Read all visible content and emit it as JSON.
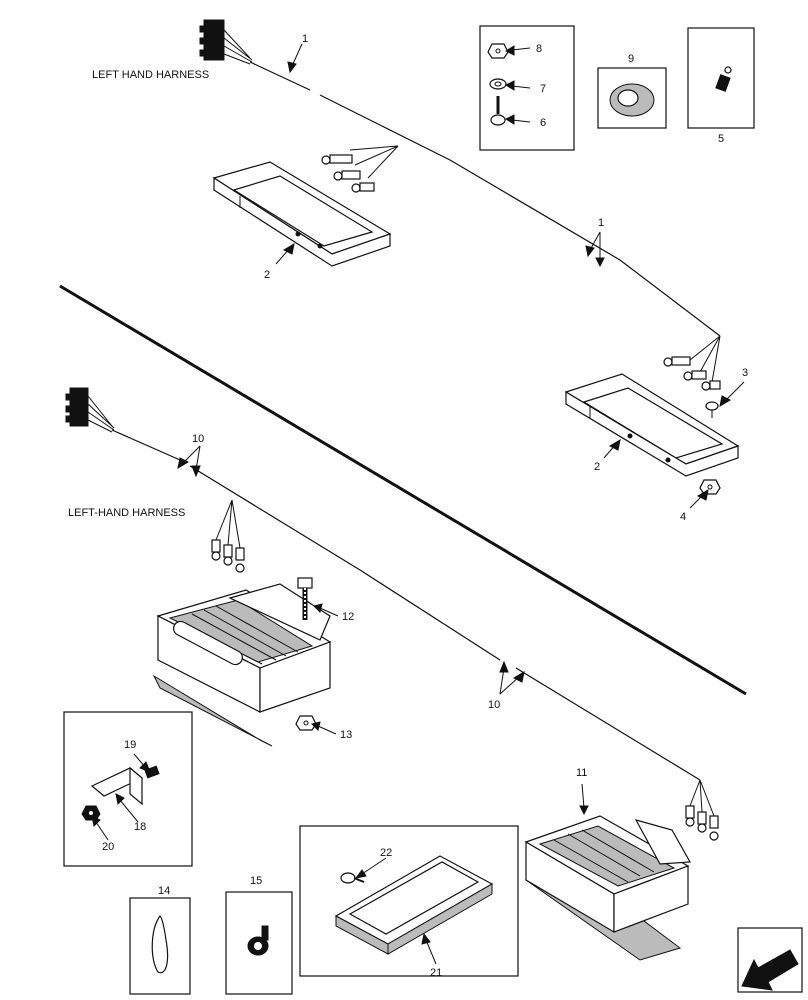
{
  "labels": {
    "harness_upper": "LEFT HAND HARNESS",
    "harness_lower": "LEFT-HAND HARNESS"
  },
  "callouts": {
    "c1a": "1",
    "c1b": "1",
    "c2a": "2",
    "c2b": "2",
    "c3": "3",
    "c4": "4",
    "c5": "5",
    "c6": "6",
    "c7": "7",
    "c8": "8",
    "c9": "9",
    "c10a": "10",
    "c10b": "10",
    "c11": "11",
    "c12": "12",
    "c13": "13",
    "c14": "14",
    "c15": "15",
    "c18": "18",
    "c19": "19",
    "c20": "20",
    "c21": "21",
    "c22": "22"
  },
  "icons": {
    "nav_arrow": "arrow-down-left-icon"
  }
}
